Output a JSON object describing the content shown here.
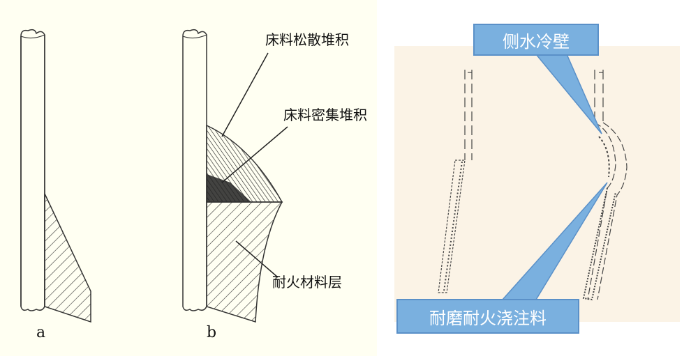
{
  "left": {
    "label_a": "a",
    "label_b": "b",
    "annotations": {
      "loose_pile": "床料松散堆积",
      "dense_pile": "床料密集堆积",
      "refractory_layer": "耐火材料层"
    }
  },
  "right": {
    "callout_top": "侧水冷壁",
    "callout_bottom": "耐磨耐火浇注料"
  },
  "colors": {
    "callout_fill": "#7ab0df",
    "left_bg": "#fffff2",
    "right_bg": "#fbf3e6"
  }
}
